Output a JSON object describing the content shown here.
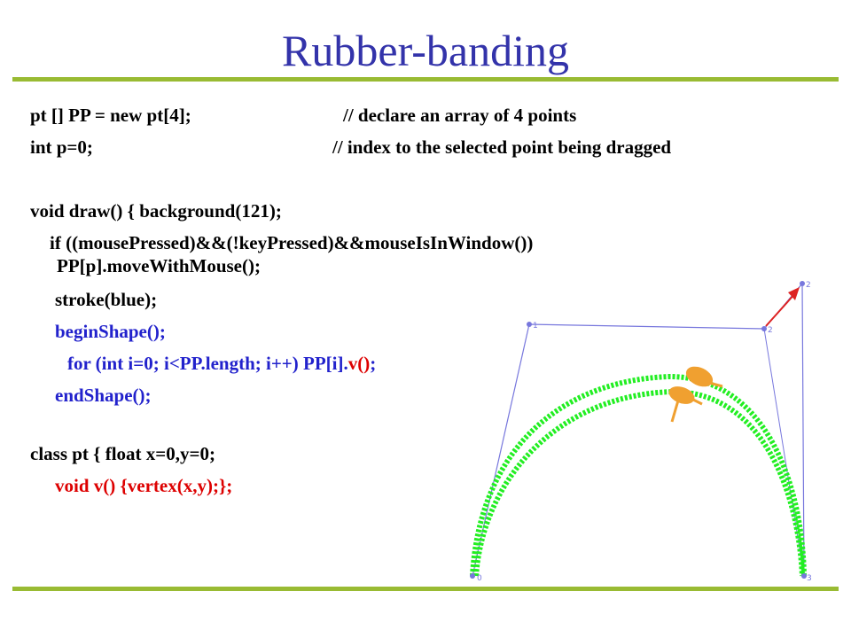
{
  "slide": {
    "title": "Rubber-banding",
    "accent_color": "#99bb33",
    "title_color": "#3333aa"
  },
  "code": {
    "decl_pp": "pt [] PP = new pt[4];",
    "decl_pp_comment": "// declare an array of 4 points",
    "decl_p": "int p=0;",
    "decl_p_comment": "// index to the selected point being dragged",
    "draw_header": "void draw() { background(121);",
    "if_line": "if ((mousePressed)&&(!keyPressed)&&mouseIsInWindow())",
    "move_line": "PP[p].moveWithMouse();",
    "stroke_line": "stroke(blue);",
    "begin_shape": "beginShape();",
    "for_prefix": "for (int i=0; i<PP.length; i++) PP[i].",
    "for_call": "v()",
    "for_suffix": ";",
    "end_shape": "endShape();",
    "class_line": "class pt { float x=0,y=0;",
    "vertex_line": "void v() {vertex(x,y);};"
  },
  "figure": {
    "point_labels": [
      "0",
      "1",
      "2",
      "2",
      "3"
    ],
    "control_polygon_color": "#7777dd",
    "curve_color": "#22ee22",
    "arrow_color": "#dd2222",
    "cursor_color": "#f0a030"
  }
}
